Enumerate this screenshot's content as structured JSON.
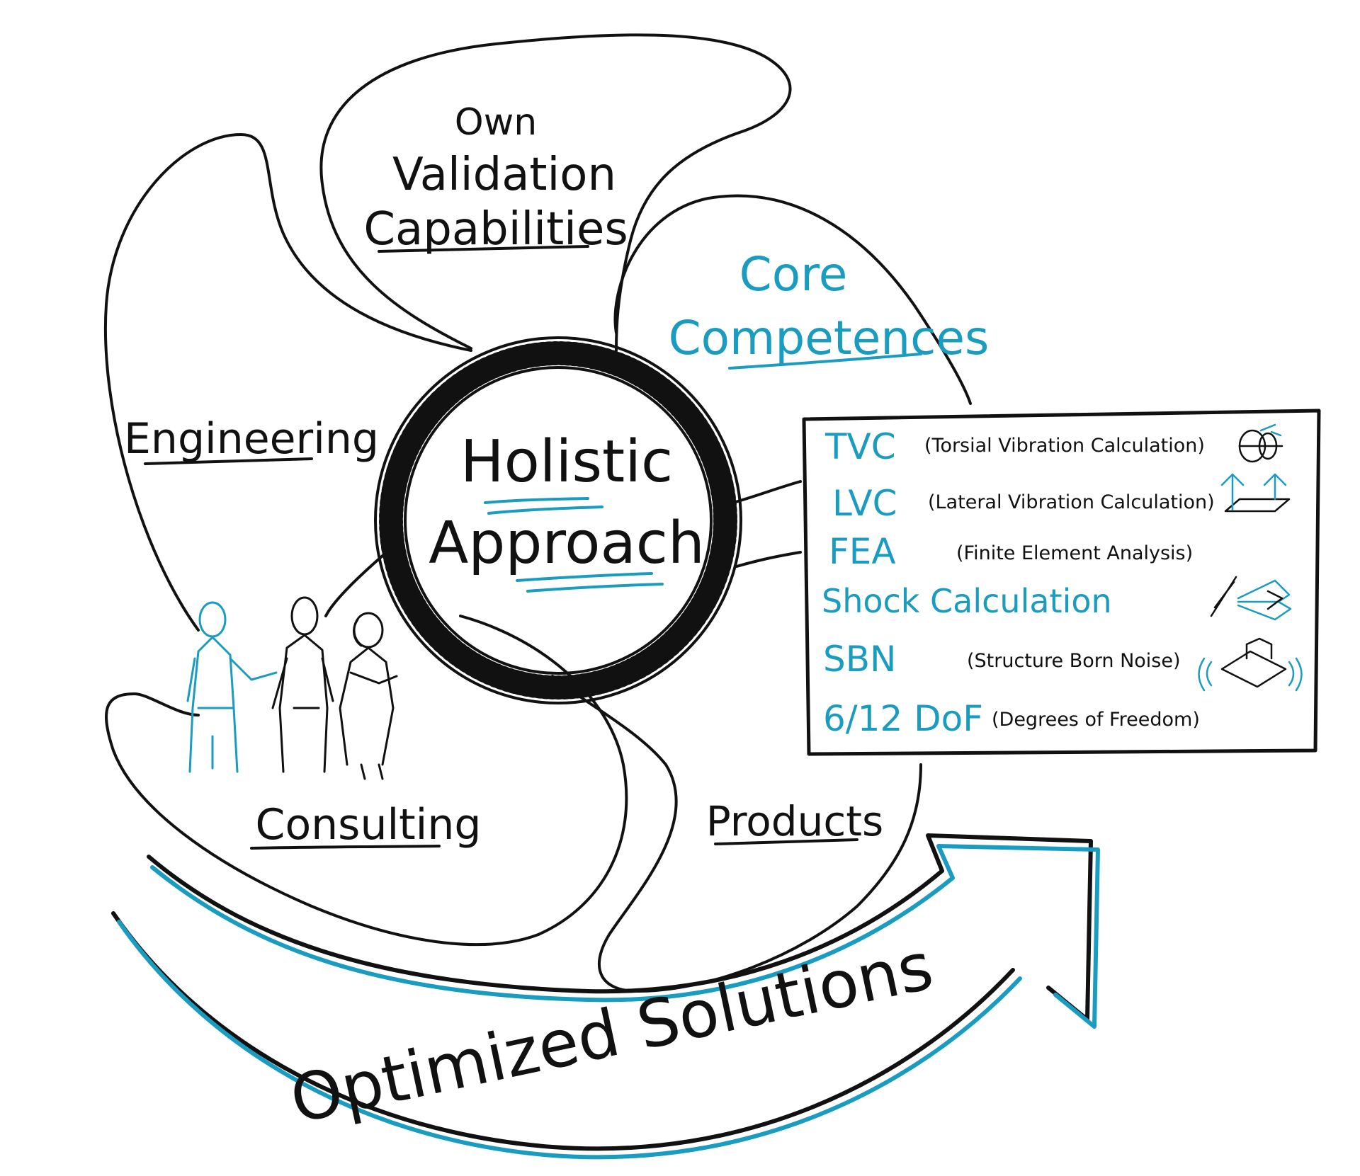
{
  "colors": {
    "ink": "#111111",
    "accent": "#1a9cc0",
    "background": "#ffffff"
  },
  "center": {
    "line1": "Holistic",
    "line2": "Approach"
  },
  "blades": {
    "validation": {
      "line1": "Own",
      "line2": "Validation",
      "line3": "Capabilities"
    },
    "core": {
      "line1": "Core",
      "line2": "Competences"
    },
    "engineering": "Engineering",
    "consulting": "Consulting",
    "products": "Products"
  },
  "competences": [
    {
      "abbr": "TVC",
      "desc": "(Torsial Vibration Calculation)",
      "icon": "torsion-icon"
    },
    {
      "abbr": "LVC",
      "desc": "(Lateral Vibration Calculation)",
      "icon": "lateral-vibration-icon"
    },
    {
      "abbr": "FEA",
      "desc": "(Finite Element Analysis)",
      "icon": ""
    },
    {
      "abbr": "Shock Calculation",
      "desc": "",
      "icon": "shock-icon"
    },
    {
      "abbr": "SBN",
      "desc": "(Structure Born Noise)",
      "icon": "noise-icon"
    },
    {
      "abbr": "6/12 DoF",
      "desc": "(Degrees of Freedom)",
      "icon": ""
    }
  ],
  "arrow": {
    "label": "Optimized Solutions"
  }
}
